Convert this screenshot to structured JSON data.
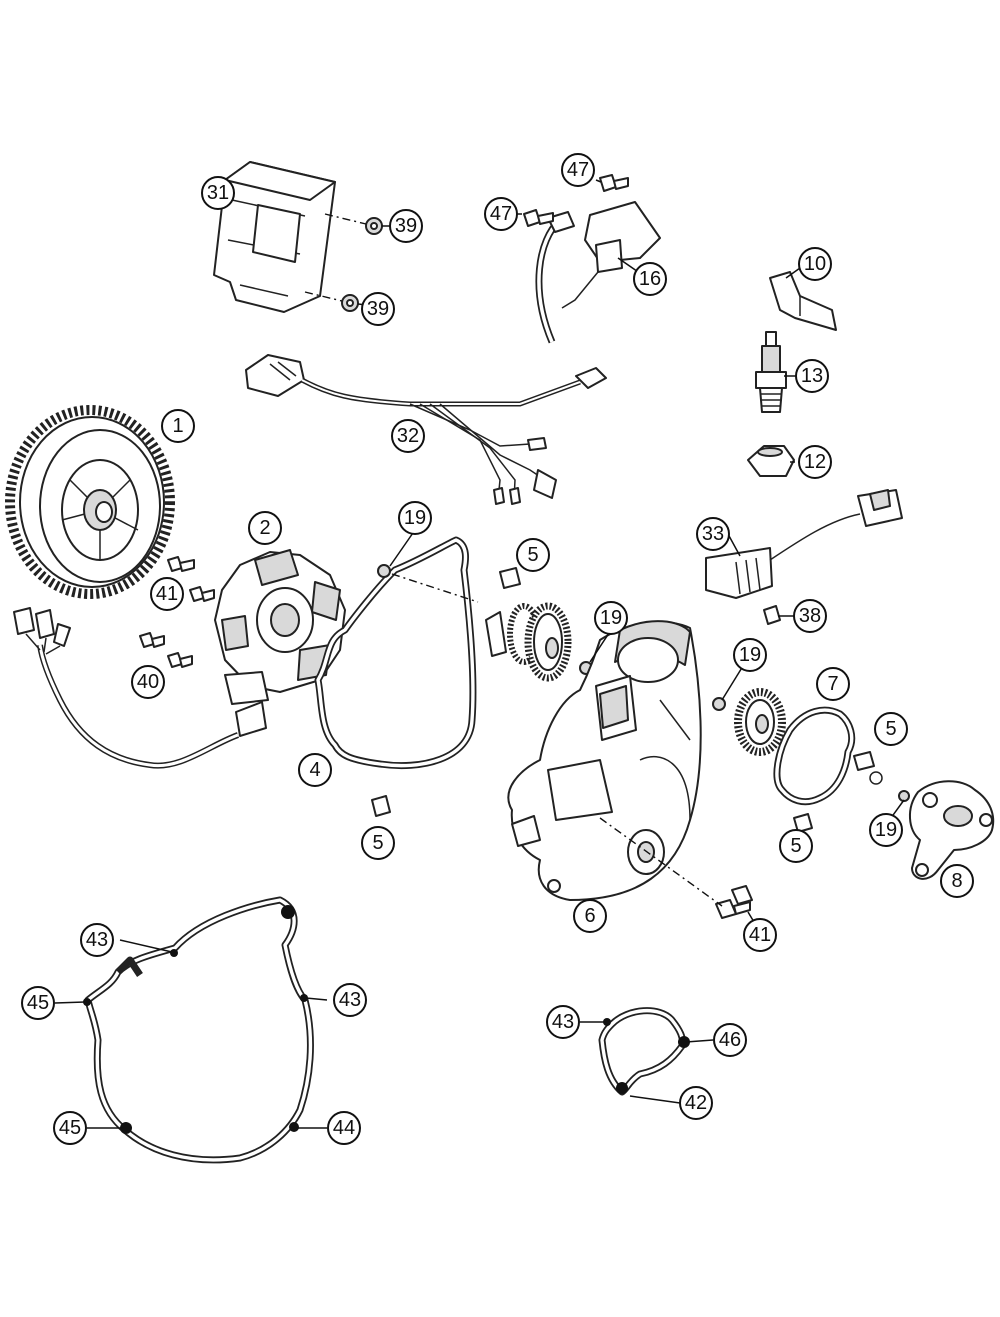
{
  "diagram": {
    "callouts": [
      "1",
      "2",
      "4",
      "5",
      "5",
      "5",
      "5",
      "6",
      "7",
      "8",
      "10",
      "12",
      "13",
      "16",
      "19",
      "19",
      "19",
      "19",
      "31",
      "32",
      "33",
      "38",
      "39",
      "39",
      "40",
      "41",
      "41",
      "42",
      "43",
      "43",
      "43",
      "44",
      "45",
      "45",
      "46",
      "47",
      "47"
    ]
  }
}
